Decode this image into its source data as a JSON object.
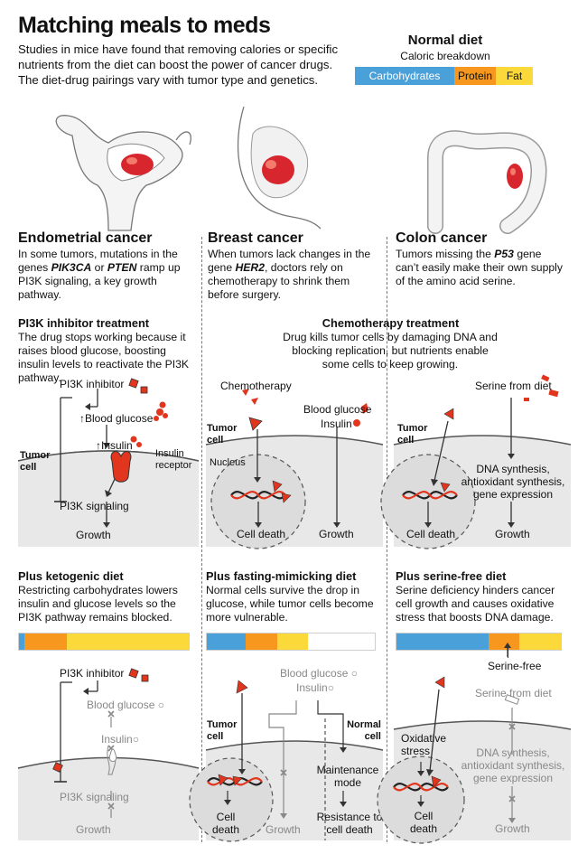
{
  "title": "Matching meals to meds",
  "intro": "Studies in mice have found that removing calories or specific nutrients from the diet can boost the power of cancer drugs. The diet-drug pairings vary with tumor type and genetics.",
  "normal_diet": {
    "title": "Normal diet",
    "subtitle": "Caloric breakdown",
    "segments": [
      "Carbohydrates",
      "Protein",
      "Fat"
    ]
  },
  "colors": {
    "carbohydrates": "#4aa0d8",
    "protein": "#f7971e",
    "fat": "#fbd93a",
    "tumor_red": "#e2351e",
    "cell_gray": "#e8e8e8"
  },
  "columns": [
    {
      "heading": "Endometrial cancer",
      "text_parts": [
        "In some tumors, mutations in the genes ",
        "PIK3CA",
        " or ",
        "PTEN",
        " ramp up PI3K signaling, a key growth pathway."
      ]
    },
    {
      "heading": "Breast cancer",
      "text_parts": [
        "When tumors lack changes in the gene ",
        "HER2",
        ", doctors rely on chemotherapy to shrink them before surgery."
      ]
    },
    {
      "heading": "Colon cancer",
      "text_parts": [
        "Tumors missing the ",
        "P53",
        " gene can’t easily make their own supply of the amino acid serine."
      ]
    }
  ],
  "treatments": {
    "pi3k": {
      "heading": "PI3K inhibitor treatment",
      "text": "The drug stops working because it raises blood glucose, boosting insulin levels to reactivate the PI3K pathway.",
      "labels": {
        "inhibitor": "PI3K inhibitor",
        "glucose": "↑Blood glucose",
        "insulin": "↑Insulin",
        "receptor": "Insulin receptor",
        "tumor_cell": "Tumor cell",
        "signaling": "PI3K signaling",
        "growth": "Growth"
      }
    },
    "chemo": {
      "heading": "Chemotherapy treatment",
      "text": "Drug kills tumor cells by damaging DNA and blocking replication, but nutrients enable some cells to keep growing.",
      "breast": {
        "chemo": "Chemotherapy",
        "glucose": "Blood glucose",
        "insulin": "Insulin",
        "tumor_cell": "Tumor cell",
        "nucleus": "Nucleus",
        "cell_death": "Cell death",
        "growth": "Growth"
      },
      "colon": {
        "serine": "Serine from diet",
        "tumor_cell": "Tumor cell",
        "synthesis": "DNA synthesis, antioxidant synthesis, gene expression",
        "cell_death": "Cell death",
        "growth": "Growth"
      }
    }
  },
  "diets": {
    "keto": {
      "heading": "Plus ketogenic diet",
      "text": "Restricting carbohydrates lowers insulin and glucose levels so the PI3K pathway remains blocked.",
      "bar": [
        0.03,
        0.25,
        0.72
      ],
      "labels": {
        "inhibitor": "PI3K inhibitor",
        "glucose": "Blood glucose",
        "insulin": "Insulin",
        "signaling": "PI3K signaling",
        "growth": "Growth"
      }
    },
    "fasting": {
      "heading": "Plus fasting-mimicking diet",
      "text": "Normal cells survive the drop in glucose, while tumor cells become more vulnerable.",
      "bar": [
        0.23,
        0.19,
        0.18
      ],
      "labels": {
        "glucose": "Blood glucose",
        "insulin": "Insulin",
        "tumor_cell": "Tumor cell",
        "normal_cell": "Normal cell",
        "cell_death": "Cell death",
        "growth": "Growth",
        "maintenance": "Maintenance mode",
        "resistance": "Resistance to cell death"
      }
    },
    "serine": {
      "heading": "Plus serine-free diet",
      "text": "Serine deficiency hinders cancer cell growth and causes oxidative stress that boosts DNA damage.",
      "bar": [
        0.56,
        0.19,
        0.25
      ],
      "labels": {
        "serine_free": "Serine-free",
        "serine": "Serine from diet",
        "oxidative": "Oxidative stress",
        "synthesis": "DNA synthesis, antioxidant synthesis, gene expression",
        "cell_death": "Cell death",
        "growth": "Growth"
      }
    }
  }
}
